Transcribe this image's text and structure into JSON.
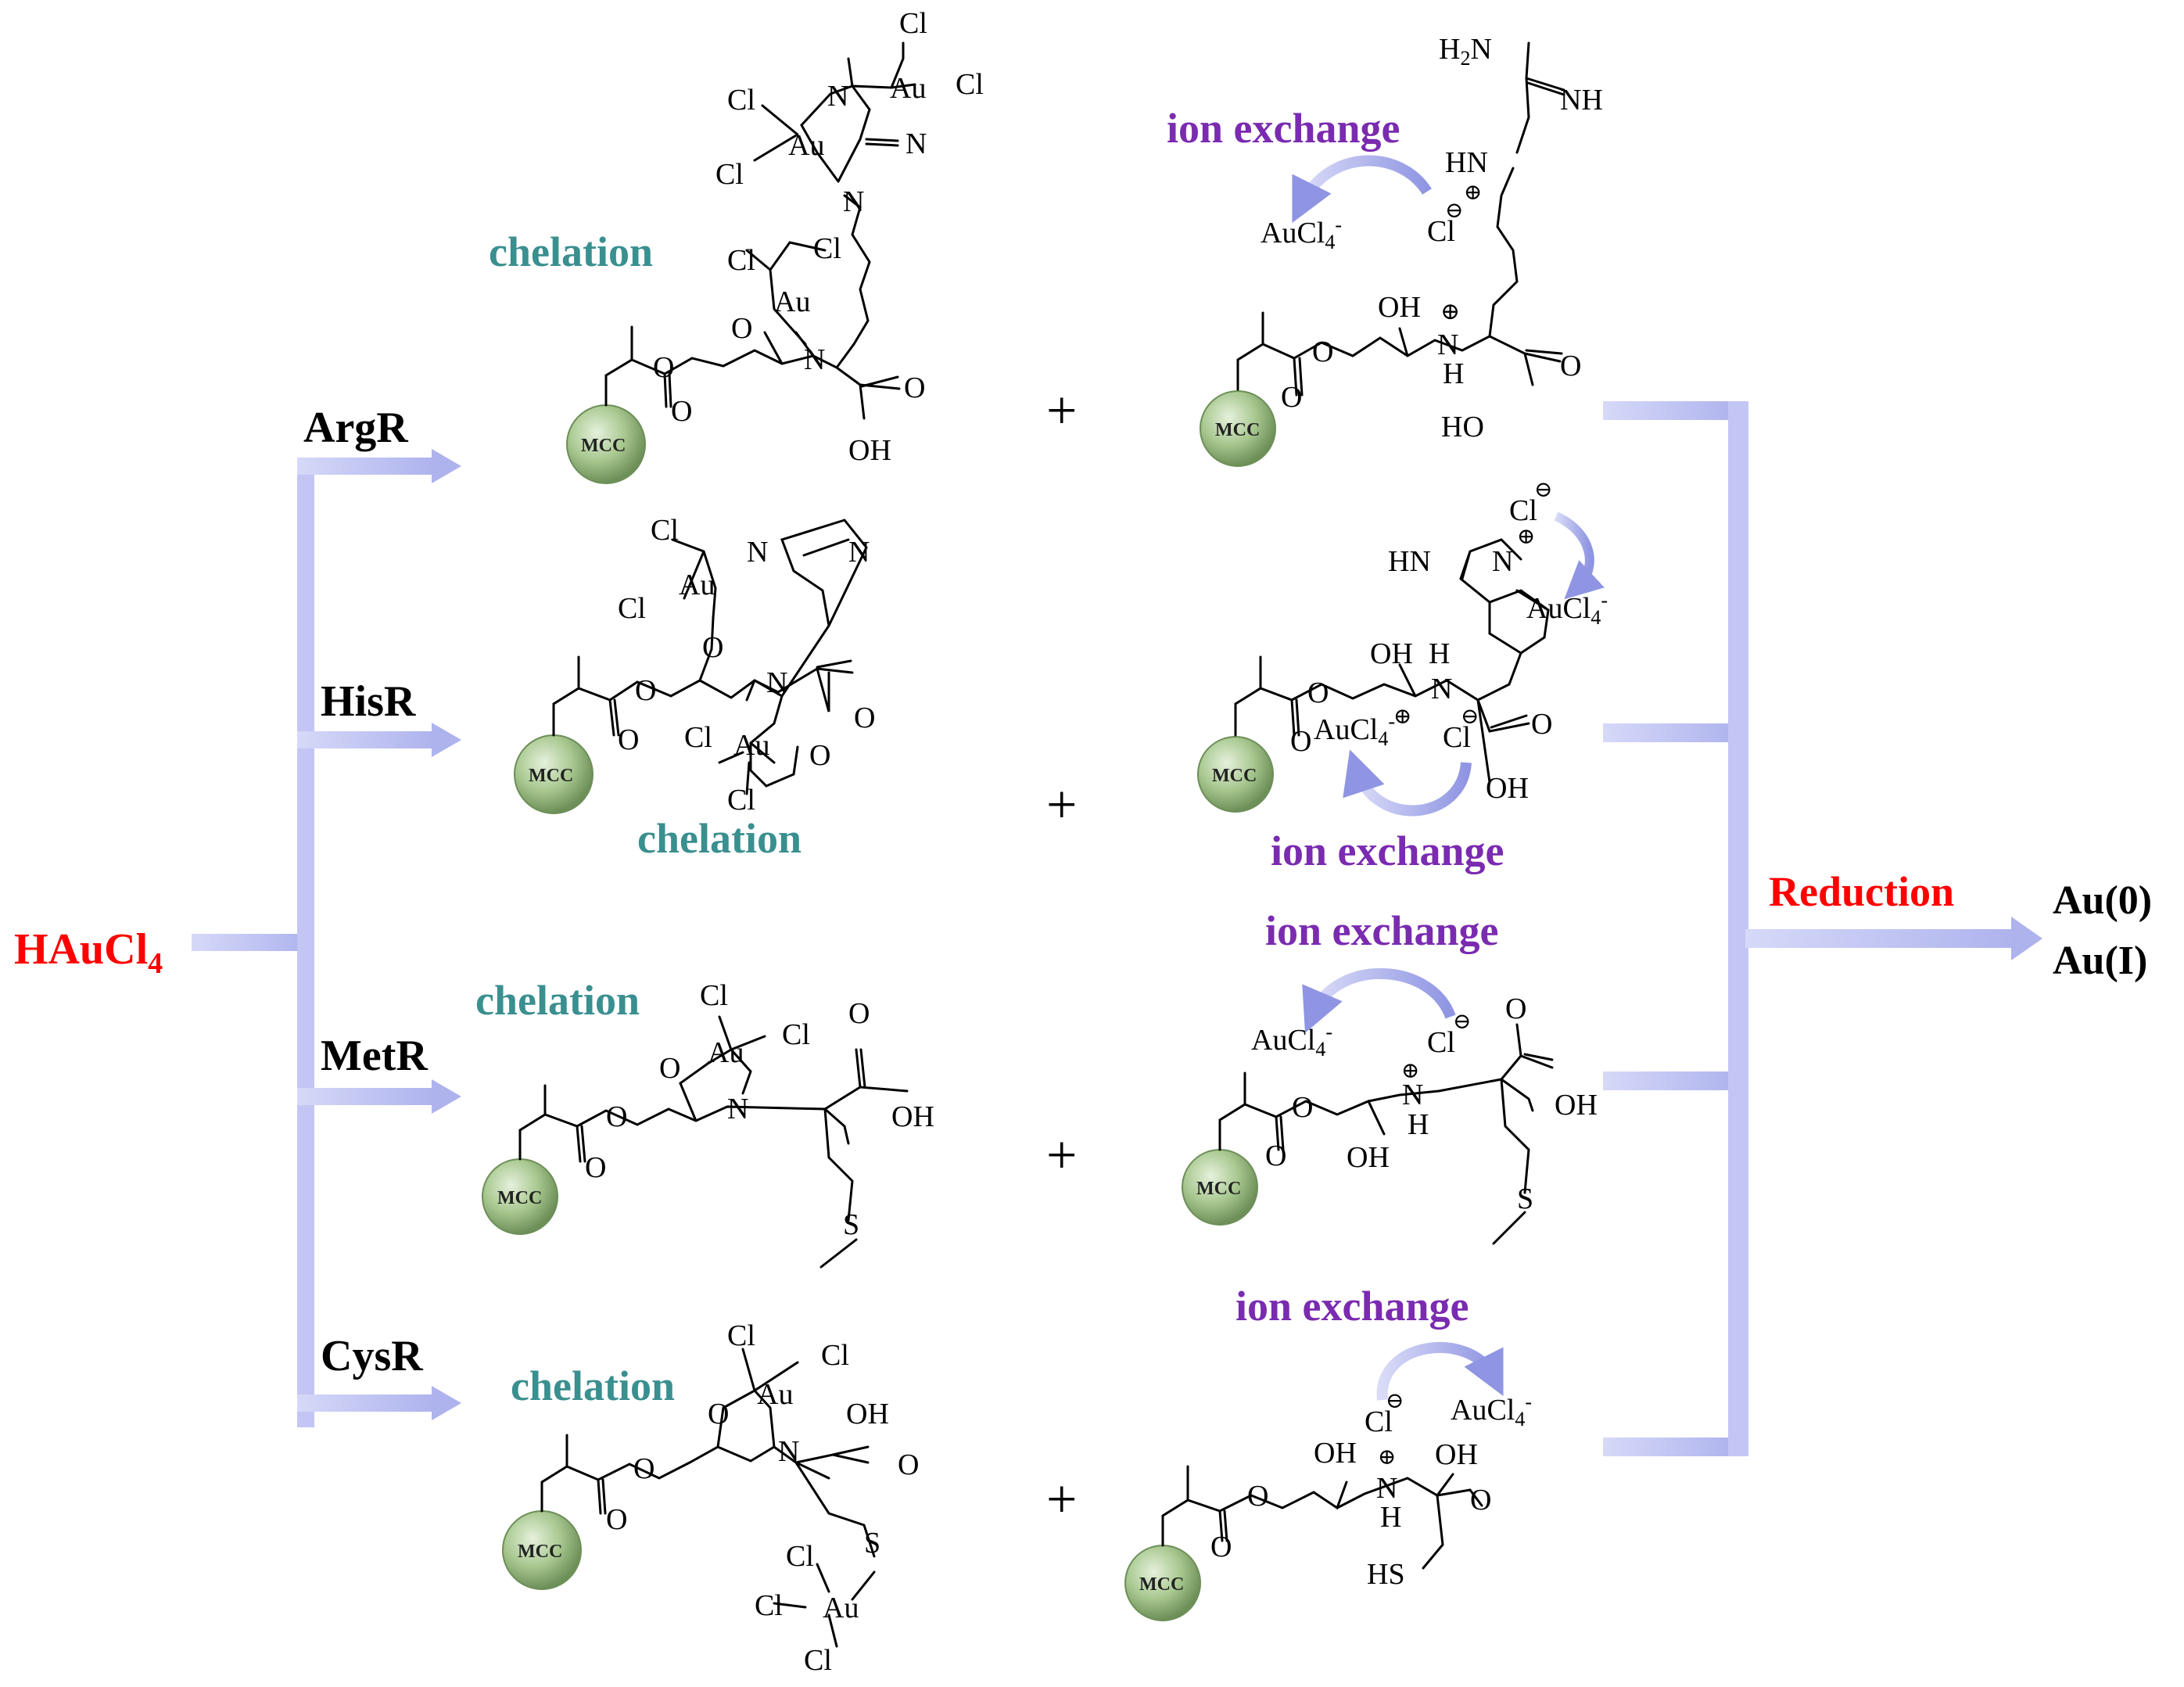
{
  "diagram": {
    "reactant": {
      "label": "HAuCl",
      "subscript": "4"
    },
    "resins": [
      {
        "label": "ArgR"
      },
      {
        "label": "HisR"
      },
      {
        "label": "MetR"
      },
      {
        "label": "CysR"
      }
    ],
    "mechanisms": {
      "chelation": "chelation",
      "ion_exchange": "ion exchange",
      "plus": "+"
    },
    "support": {
      "label": "MCC"
    },
    "atoms": {
      "au": "Au",
      "cl": "Cl",
      "n": "N",
      "o": "O",
      "oh": "OH",
      "ho": "HO",
      "h": "H",
      "s": "S",
      "hs": "HS",
      "hn": "HN",
      "nh": "NH",
      "h2n_h": "H",
      "h2n_n": "N",
      "h2n_sub": "2",
      "aucl4": "AuCl",
      "aucl4_sub": "4",
      "minus": "-"
    },
    "charges": {
      "plus": "⊕",
      "minus": "⊖"
    },
    "step": {
      "label": "Reduction"
    },
    "products": [
      "Au(0)",
      "Au(I)"
    ],
    "colors": {
      "reactant": "#ff0000",
      "reduction": "#ff0000",
      "chelation": "#3a8f8f",
      "ion_exchange": "#7a2bb0",
      "arrow": "#b4b8f0",
      "sphere": "#a8c890"
    }
  }
}
